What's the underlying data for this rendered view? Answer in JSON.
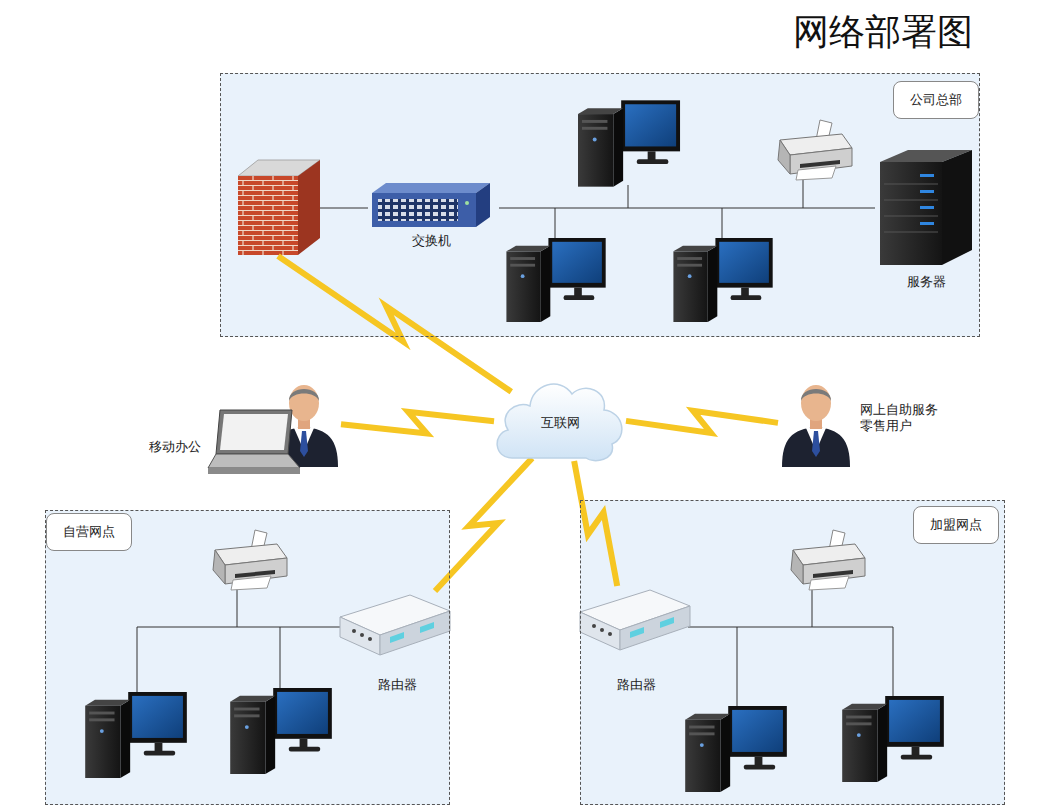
{
  "diagram": {
    "title": "网络部署图",
    "nodes": [
      {
        "text": [
          "公司总部"
        ]
      },
      {
        "text": [
          "交换机"
        ],
        "in": 0
      },
      {
        "text": [
          "服务器"
        ],
        "in": 0
      },
      {
        "text": [
          "互联网"
        ]
      },
      {
        "text": [
          "移动办公"
        ]
      },
      {
        "text": [
          "网上自助服务 零售用户"
        ]
      },
      {
        "text": [
          "自营网点"
        ]
      },
      {
        "text": [
          "路由器"
        ],
        "in": 6
      },
      {
        "text": [
          "加盟网点"
        ]
      },
      {
        "text": [
          "路由器"
        ],
        "in": 8
      }
    ],
    "edges": [
      {
        "from": 0,
        "to": 3,
        "arrow": "none"
      },
      {
        "from": 1,
        "to": 2,
        "arrow": "none"
      },
      {
        "from": 4,
        "to": 3,
        "arrow": "none"
      },
      {
        "from": 3,
        "to": 5,
        "arrow": "none"
      },
      {
        "from": 3,
        "to": 7,
        "arrow": "none"
      },
      {
        "from": 3,
        "to": 9,
        "arrow": "none"
      }
    ]
  }
}
